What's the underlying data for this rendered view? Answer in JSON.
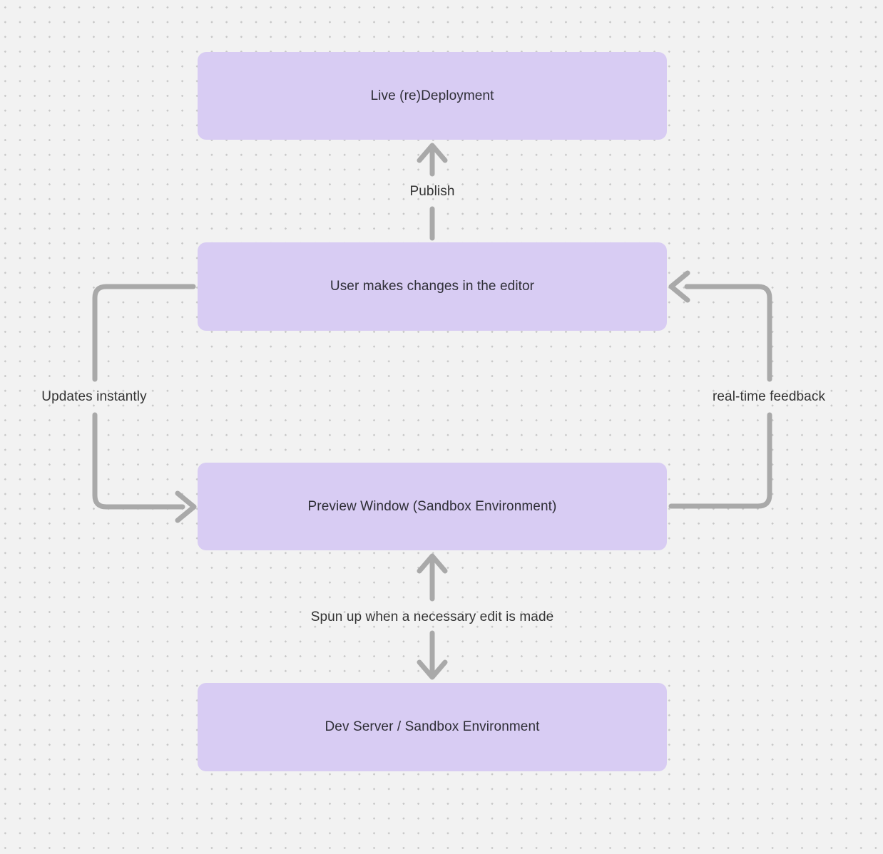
{
  "diagram": {
    "nodes": [
      {
        "id": "live-redeployment",
        "label": "Live (re)Deployment"
      },
      {
        "id": "user-editor",
        "label": "User makes changes in the editor"
      },
      {
        "id": "preview-window",
        "label": "Preview Window (Sandbox Environment)"
      },
      {
        "id": "dev-server",
        "label": "Dev Server / Sandbox Environment"
      }
    ],
    "edges": [
      {
        "id": "publish",
        "label": "Publish",
        "from": "user-editor",
        "to": "live-redeployment",
        "direction": "up"
      },
      {
        "id": "updates-instantly",
        "label": "Updates instantly",
        "from": "user-editor",
        "to": "preview-window",
        "side": "left",
        "direction": "down"
      },
      {
        "id": "realtime-feedback",
        "label": "real-time feedback",
        "from": "preview-window",
        "to": "user-editor",
        "side": "right",
        "direction": "up"
      },
      {
        "id": "spun-up",
        "label": "Spun up when a necessary edit is made",
        "from": "preview-window",
        "to": "dev-server",
        "direction": "bidirectional"
      }
    ],
    "theme": {
      "background": "#f2f2f2",
      "dot_color": "#c7c7c7",
      "node_fill": "#d8ccf3",
      "node_text_color": "#2e2e36",
      "arrow_color": "#a9a9a9",
      "edge_label_color": "#333333"
    }
  }
}
